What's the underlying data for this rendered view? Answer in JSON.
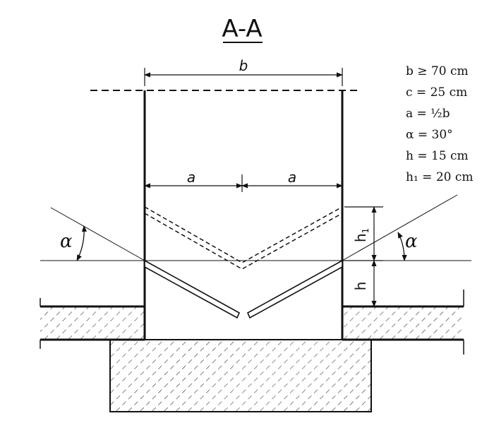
{
  "title": "A-A",
  "dimensions": {
    "width": "b",
    "half_left": "a",
    "half_right": "a",
    "height_upper": "h",
    "height_upper_sub": "1",
    "height_lower": "h",
    "angle_left": "α",
    "angle_right": "α"
  },
  "legend": [
    "b ≥ 70 cm",
    "c = 25 cm",
    "a =  ½b",
    "α = 30°",
    "h = 15 cm",
    "h₁ = 20 cm"
  ]
}
